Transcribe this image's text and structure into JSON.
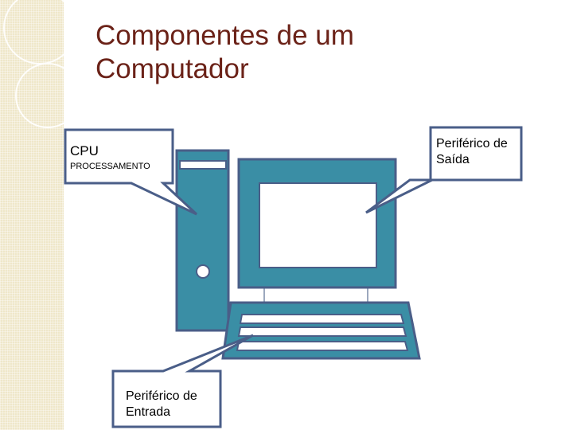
{
  "slide": {
    "title": "Componentes de um\nComputador"
  },
  "callouts": {
    "cpu": {
      "label": "CPU",
      "sublabel": "PROCESSAMENTO"
    },
    "output": {
      "label": "Periférico de\nSaída"
    },
    "input": {
      "label": "Periférico de\nEntrada"
    }
  },
  "colors": {
    "title": "#6b2218",
    "device_fill": "#3a8ea5",
    "device_stroke": "#4a5e88",
    "screen": "#ffffff",
    "strip": "#efe7c9"
  },
  "icons": {
    "tower": "computer-tower-icon",
    "monitor": "monitor-icon",
    "keyboard": "keyboard-icon"
  }
}
